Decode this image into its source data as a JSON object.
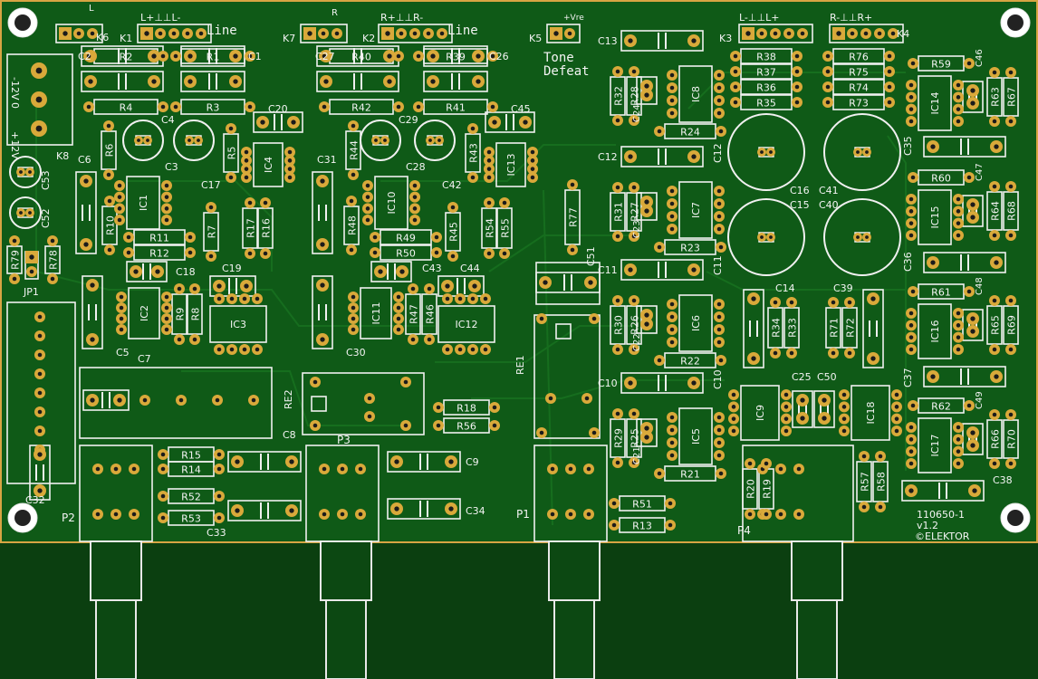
{
  "board": {
    "id": "110650-1",
    "version": "v1.2",
    "brand": "©ELEKTOR",
    "tone_defeat_line1": "Tone",
    "tone_defeat_line2": "Defeat",
    "plus_vre": "+Vre",
    "line": "Line",
    "colors": {
      "pcb": "#0f5a17",
      "copper": "#d9a93a",
      "silk": "#f4f4f4",
      "edge": "#d7a543"
    }
  },
  "connectors": {
    "K1": "K1",
    "K1_pins": "L+⊥⊥L-",
    "K2": "K2",
    "K2_pins": "R+⊥⊥R-",
    "K3": "K3",
    "K3_pins": "L-⊥⊥L+",
    "K4": "K4",
    "K4_pins": "R-⊥⊥R+",
    "K5": "K5",
    "K6": "K6",
    "K6_pin": "L",
    "K7": "K7",
    "K7_pin": "R",
    "K8": "K8",
    "JP1": "JP1",
    "K8_pins": [
      "-12V",
      "0",
      "+12V"
    ]
  },
  "ics": [
    "IC1",
    "IC2",
    "IC3",
    "IC4",
    "IC5",
    "IC6",
    "IC7",
    "IC8",
    "IC9",
    "IC10",
    "IC11",
    "IC12",
    "IC13",
    "IC14",
    "IC15",
    "IC16",
    "IC17",
    "IC18"
  ],
  "pots": [
    "P1",
    "P2",
    "P3",
    "P4"
  ],
  "relays": [
    "RE1",
    "RE2"
  ],
  "resistors": [
    "R1",
    "R2",
    "R3",
    "R4",
    "R5",
    "R6",
    "R7",
    "R8",
    "R9",
    "R10",
    "R11",
    "R12",
    "R13",
    "R14",
    "R15",
    "R16",
    "R17",
    "R18",
    "R19",
    "R20",
    "R21",
    "R22",
    "R23",
    "R24",
    "R25",
    "R26",
    "R27",
    "R28",
    "R29",
    "R30",
    "R31",
    "R32",
    "R33",
    "R34",
    "R35",
    "R36",
    "R37",
    "R38",
    "R39",
    "R40",
    "R41",
    "R42",
    "R43",
    "R44",
    "R45",
    "R46",
    "R47",
    "R48",
    "R49",
    "R50",
    "R51",
    "R52",
    "R53",
    "R54",
    "R55",
    "R56",
    "R57",
    "R58",
    "R59",
    "R60",
    "R61",
    "R62",
    "R63",
    "R64",
    "R65",
    "R66",
    "R67",
    "R68",
    "R69",
    "R70",
    "R71",
    "R72",
    "R73",
    "R74",
    "R75",
    "R76",
    "R77",
    "R78",
    "R79"
  ],
  "capacitors": [
    "C1",
    "C2",
    "C3",
    "C4",
    "C5",
    "C6",
    "C7",
    "C8",
    "C9",
    "C10",
    "C11",
    "C12",
    "C13",
    "C14",
    "C15",
    "C16",
    "C17",
    "C18",
    "C19",
    "C20",
    "C21",
    "C22",
    "C23",
    "C24",
    "C25",
    "C26",
    "C27",
    "C28",
    "C29",
    "C30",
    "C31",
    "C32",
    "C33",
    "C34",
    "C35",
    "C36",
    "C37",
    "C38",
    "C39",
    "C40",
    "C41",
    "C42",
    "C43",
    "C44",
    "C45",
    "C46",
    "C47",
    "C48",
    "C49",
    "C50",
    "C51",
    "C52",
    "C53"
  ]
}
